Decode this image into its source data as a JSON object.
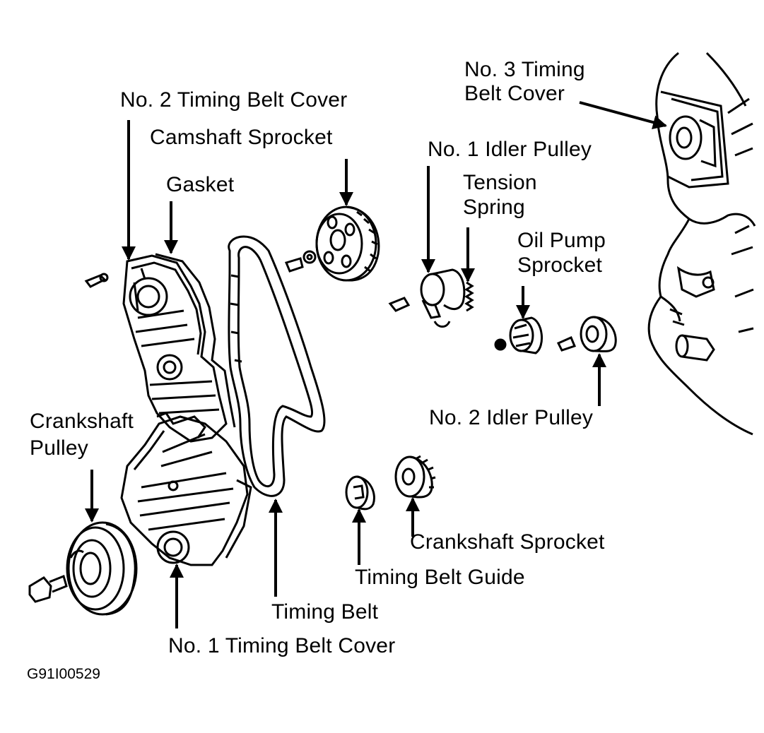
{
  "labels": {
    "no3_cover_line1": "No. 3 Timing",
    "no3_cover_line2": "Belt Cover",
    "no2_cover": "No. 2 Timing Belt Cover",
    "camshaft_sprocket": "Camshaft Sprocket",
    "no1_idler": "No. 1 Idler Pulley",
    "gasket": "Gasket",
    "tension_spring_line1": "Tension",
    "tension_spring_line2": "Spring",
    "oil_pump_line1": "Oil Pump",
    "oil_pump_line2": "Sprocket",
    "crank_pulley_line1": "Crankshaft",
    "crank_pulley_line2": "Pulley",
    "no2_idler": "No. 2 Idler Pulley",
    "crank_sprocket": "Crankshaft Sprocket",
    "belt_guide": "Timing Belt Guide",
    "timing_belt": "Timing Belt",
    "no1_cover": "No. 1 Timing Belt Cover"
  },
  "figure_code": "G91I00529"
}
